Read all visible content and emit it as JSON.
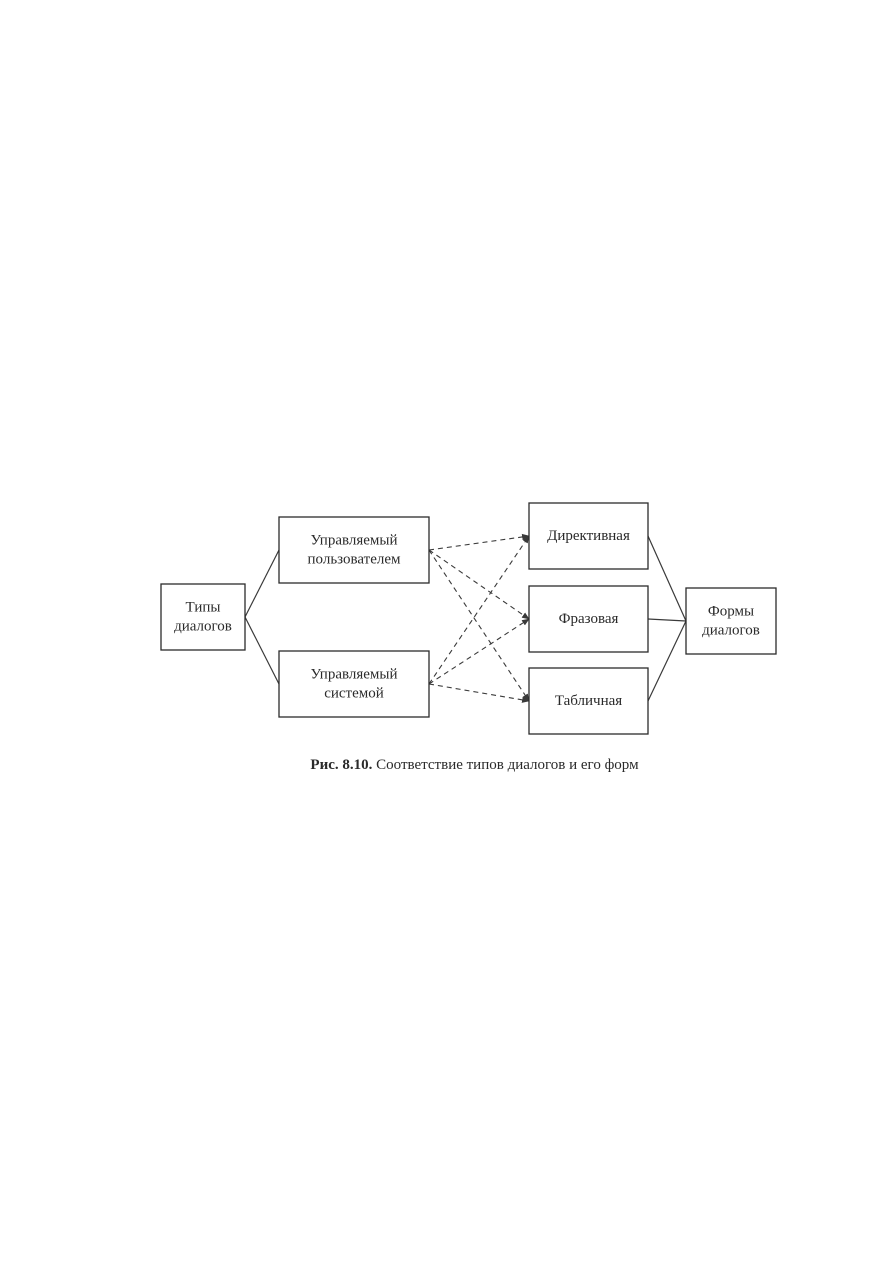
{
  "diagram": {
    "nodes": [
      {
        "id": "dialog-types",
        "lines": [
          "Типы",
          "диалогов"
        ]
      },
      {
        "id": "user-controlled",
        "lines": [
          "Управляемый",
          "пользователем"
        ]
      },
      {
        "id": "system-controlled",
        "lines": [
          "Управляемый",
          "системой"
        ]
      },
      {
        "id": "directive",
        "lines": [
          "Директивная"
        ]
      },
      {
        "id": "phrasal",
        "lines": [
          "Фразовая"
        ]
      },
      {
        "id": "tabular",
        "lines": [
          "Табличная"
        ]
      },
      {
        "id": "dialog-forms",
        "lines": [
          "Формы",
          "диалогов"
        ]
      }
    ],
    "edges": [
      {
        "from": "dialog-types",
        "to": "user-controlled",
        "style": "solid"
      },
      {
        "from": "dialog-types",
        "to": "system-controlled",
        "style": "solid"
      },
      {
        "from": "user-controlled",
        "to": "directive",
        "style": "dashed"
      },
      {
        "from": "user-controlled",
        "to": "phrasal",
        "style": "dashed"
      },
      {
        "from": "user-controlled",
        "to": "tabular",
        "style": "dashed"
      },
      {
        "from": "system-controlled",
        "to": "directive",
        "style": "dashed"
      },
      {
        "from": "system-controlled",
        "to": "phrasal",
        "style": "dashed"
      },
      {
        "from": "system-controlled",
        "to": "tabular",
        "style": "dashed"
      },
      {
        "from": "directive",
        "to": "dialog-forms",
        "style": "solid"
      },
      {
        "from": "phrasal",
        "to": "dialog-forms",
        "style": "solid"
      },
      {
        "from": "tabular",
        "to": "dialog-forms",
        "style": "solid"
      }
    ]
  },
  "caption": {
    "label": "Рис. 8.10.",
    "text": "Соответствие типов диалогов и его форм"
  }
}
